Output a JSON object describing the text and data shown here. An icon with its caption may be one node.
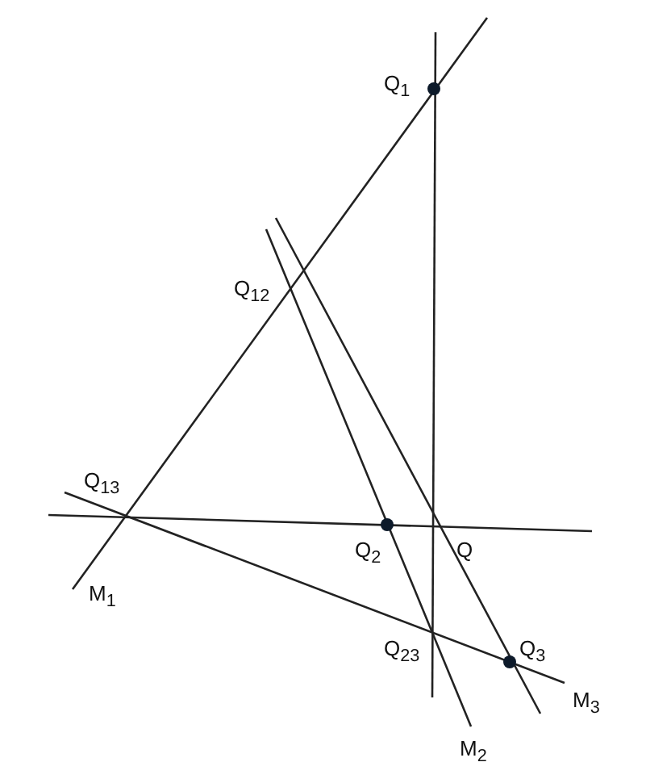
{
  "diagram": {
    "labels": [
      "Q$_{1}$",
      "Q$_{12}$",
      "Q$_{13}$",
      "Q$_{2}$",
      "Q",
      "M$_{1}$",
      "Q$_{23}$",
      "Q$_{3}$",
      "M$_{3}$",
      "M$_{2}$"
    ]
  }
}
